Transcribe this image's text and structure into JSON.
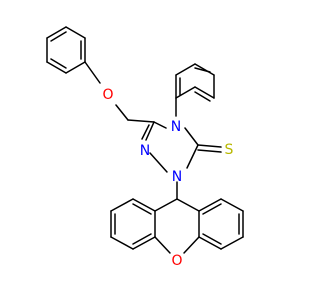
{
  "molecule": {
    "atom_labels": {
      "O_ether": "O",
      "N4": "N",
      "N2": "N",
      "N1": "N",
      "S": "S",
      "O_xanthene": "O"
    },
    "colors": {
      "bond": "#000000",
      "oxygen": "#ff0000",
      "nitrogen": "#0000ff",
      "sulfur": "#b8b800",
      "background": "#ffffff"
    }
  }
}
